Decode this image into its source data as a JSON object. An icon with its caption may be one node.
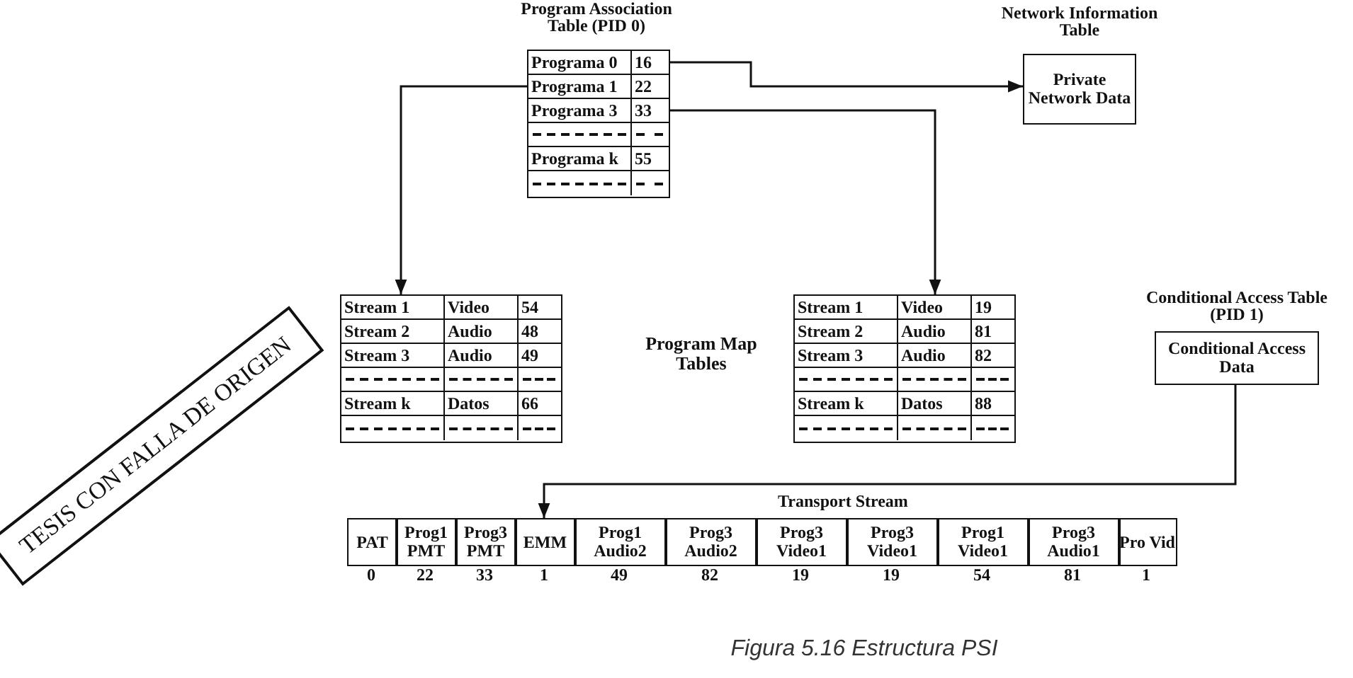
{
  "diagram": {
    "caption": "Figura 5.16 Estructura PSI",
    "nodes": [
      {
        "text": [
          "Program Association Table (PID 0)"
        ]
      },
      {
        "text": [
          "Programa 0",
          "16"
        ],
        "in": 0
      },
      {
        "text": [
          "Programa 1",
          "22"
        ],
        "in": 0
      },
      {
        "text": [
          "Programa 3",
          "33"
        ],
        "in": 0
      },
      {
        "text": [],
        "shape": "box",
        "in": 0
      },
      {
        "text": [
          "Programa k",
          "55"
        ],
        "in": 0
      },
      {
        "text": [],
        "shape": "box",
        "in": 0
      },
      {
        "text": [
          "Network Information Table",
          "Private Network Data"
        ]
      },
      {
        "text": [],
        "shape": "box"
      },
      {
        "text": [
          "Stream 1",
          "Video",
          "54"
        ],
        "in": 8
      },
      {
        "text": [
          "Stream 2",
          "Audio",
          "48"
        ],
        "in": 8
      },
      {
        "text": [
          "Stream 3",
          "Audio",
          "49"
        ],
        "in": 8
      },
      {
        "text": [],
        "shape": "box",
        "in": 8
      },
      {
        "text": [
          "Stream k",
          "Datos",
          "66"
        ],
        "in": 8
      },
      {
        "text": [],
        "shape": "box",
        "in": 8
      },
      {
        "text": [],
        "shape": "box"
      },
      {
        "text": [
          "Stream 1",
          "Video",
          "19"
        ],
        "in": 15
      },
      {
        "text": [
          "Stream 2",
          "Audio",
          "81"
        ],
        "in": 15
      },
      {
        "text": [
          "Stream 3",
          "Audio",
          "82"
        ],
        "in": 15
      },
      {
        "text": [],
        "shape": "box",
        "in": 15
      },
      {
        "text": [
          "Stream k",
          "Datos",
          "88"
        ],
        "in": 15
      },
      {
        "text": [],
        "shape": "box",
        "in": 15
      },
      {
        "text": [
          "Conditional Access Table (PID 1)",
          "Conditional Access Data"
        ]
      },
      {
        "text": [
          "Transport Stream"
        ]
      },
      {
        "text": [
          "PAT"
        ],
        "beside": [
          "0"
        ],
        "in": 23
      },
      {
        "text": [
          "Prog1 PMT"
        ],
        "beside": [
          "22"
        ],
        "in": 23
      },
      {
        "text": [
          "Prog3 PMT"
        ],
        "beside": [
          "33"
        ],
        "in": 23
      },
      {
        "text": [
          "EMM"
        ],
        "beside": [
          "1"
        ],
        "in": 23
      },
      {
        "text": [
          "Prog1 Audio2"
        ],
        "beside": [
          "49"
        ],
        "in": 23
      },
      {
        "text": [
          "Prog3 Audio2"
        ],
        "beside": [
          "82"
        ],
        "in": 23
      },
      {
        "text": [
          "Prog3 Video1"
        ],
        "beside": [
          "19"
        ],
        "in": 23
      },
      {
        "text": [
          "Prog3 Video1"
        ],
        "beside": [
          "19"
        ],
        "in": 23
      },
      {
        "text": [
          "Prog1 Video1"
        ],
        "beside": [
          "54"
        ],
        "in": 23
      },
      {
        "text": [
          "Prog3 Audio1"
        ],
        "beside": [
          "81"
        ],
        "in": 23
      },
      {
        "text": [
          "Pro Vid"
        ],
        "beside": [
          "1"
        ],
        "in": 23
      }
    ],
    "edges": [
      {
        "from": 1,
        "to": 7,
        "arrow": "to"
      },
      {
        "from": 2,
        "to": 8,
        "arrow": "to"
      },
      {
        "from": 3,
        "to": 15,
        "arrow": "to"
      },
      {
        "from": 22,
        "to": 27,
        "arrow": "to"
      }
    ],
    "labels": [
      "Program Map Tables",
      "TESIS CON FALLA DE ORIGEN"
    ]
  }
}
